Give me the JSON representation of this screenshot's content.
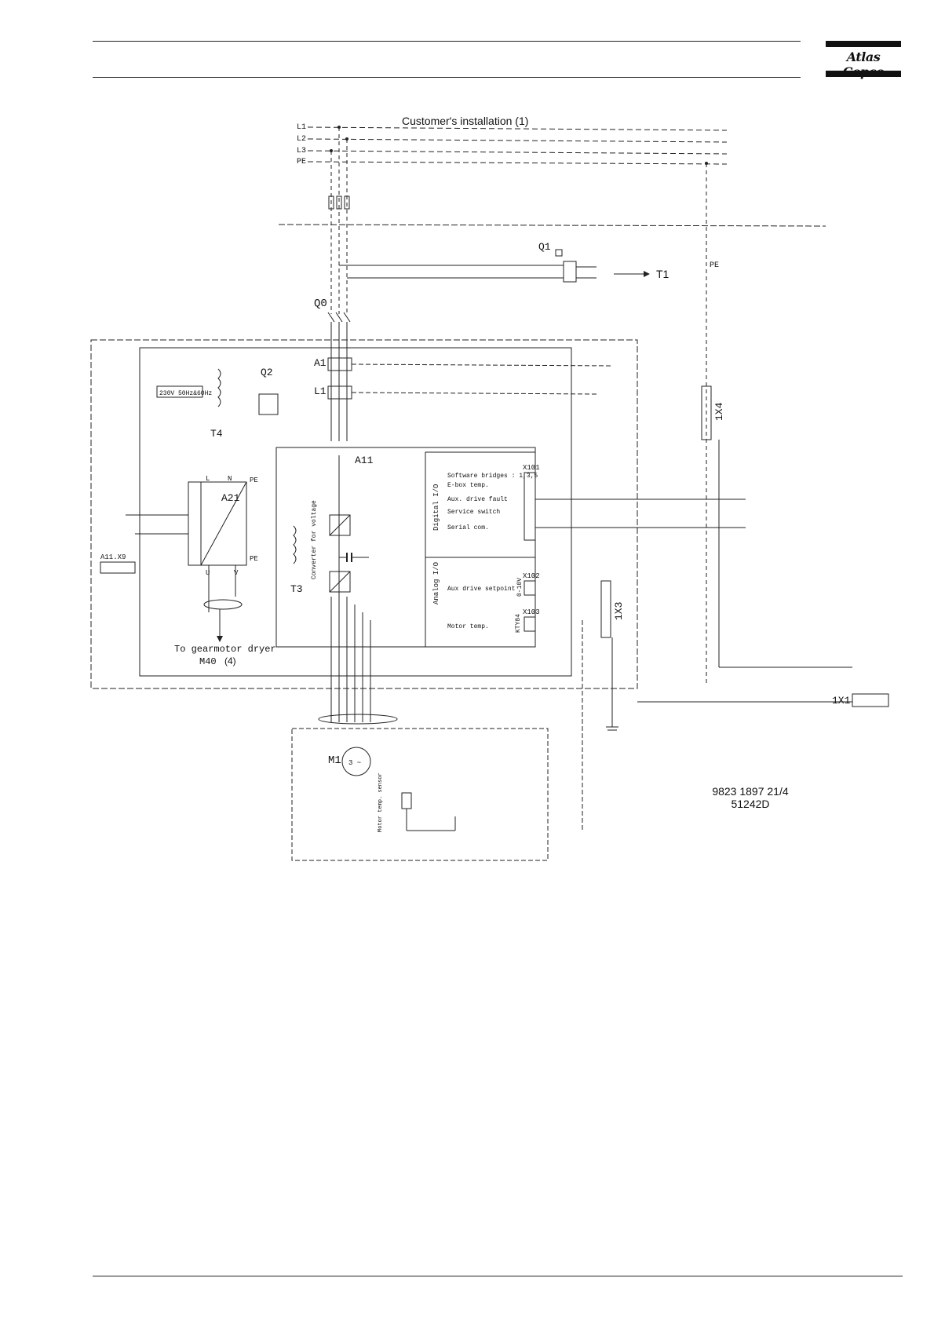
{
  "header": {
    "logo_text": "Atlas Copco"
  },
  "diagram": {
    "title": "Customer's installation (1)",
    "lines": [
      "L1",
      "L2",
      "L3",
      "PE"
    ],
    "components": {
      "q1": "Q1",
      "t1": "T1",
      "q0": "Q0",
      "a1": "A1",
      "l1": "L1",
      "q2": "Q2",
      "t4": "T4",
      "a21": "A21",
      "a11": "A11",
      "t3": "T3",
      "m1": "M1",
      "x1x4": "1X4",
      "x1x3": "1X3",
      "x1x1": "1X1",
      "pe_right": "PE",
      "a11x9": "A11.X9",
      "x101": "X101",
      "x102": "X102",
      "x103": "X103",
      "kty84": "KTY84"
    },
    "labels": {
      "supply": "230V 50Hz&60Hz",
      "software_bridges": "Software bridges : 1,3,5",
      "ebox_temp": "E-box temp.",
      "aux_drive_fault": "Aux. drive fault",
      "service_switch": "Service switch",
      "serial_com": "Serial com.",
      "aux_drive_setpoint": "Aux drive setpoint",
      "motor_temp": "Motor temp.",
      "digital_io": "Digital I/O",
      "analog_io": "Analog I/O",
      "zero_10v": "0-10V",
      "converter_for_voltage": "Converter for voltage",
      "gearmotor_1": "To gearmotor dryer",
      "gearmotor_2": "M40",
      "gearmotor_3": "(4)",
      "motor_temp_sensor": "Motor temp. sensor",
      "motor_symbol": "3 ~",
      "pe": "PE",
      "l": "L",
      "n": "N",
      "u": "U",
      "v": "V"
    },
    "doc_number_1": "9823 1897 21/4",
    "doc_number_2": "51242D"
  }
}
